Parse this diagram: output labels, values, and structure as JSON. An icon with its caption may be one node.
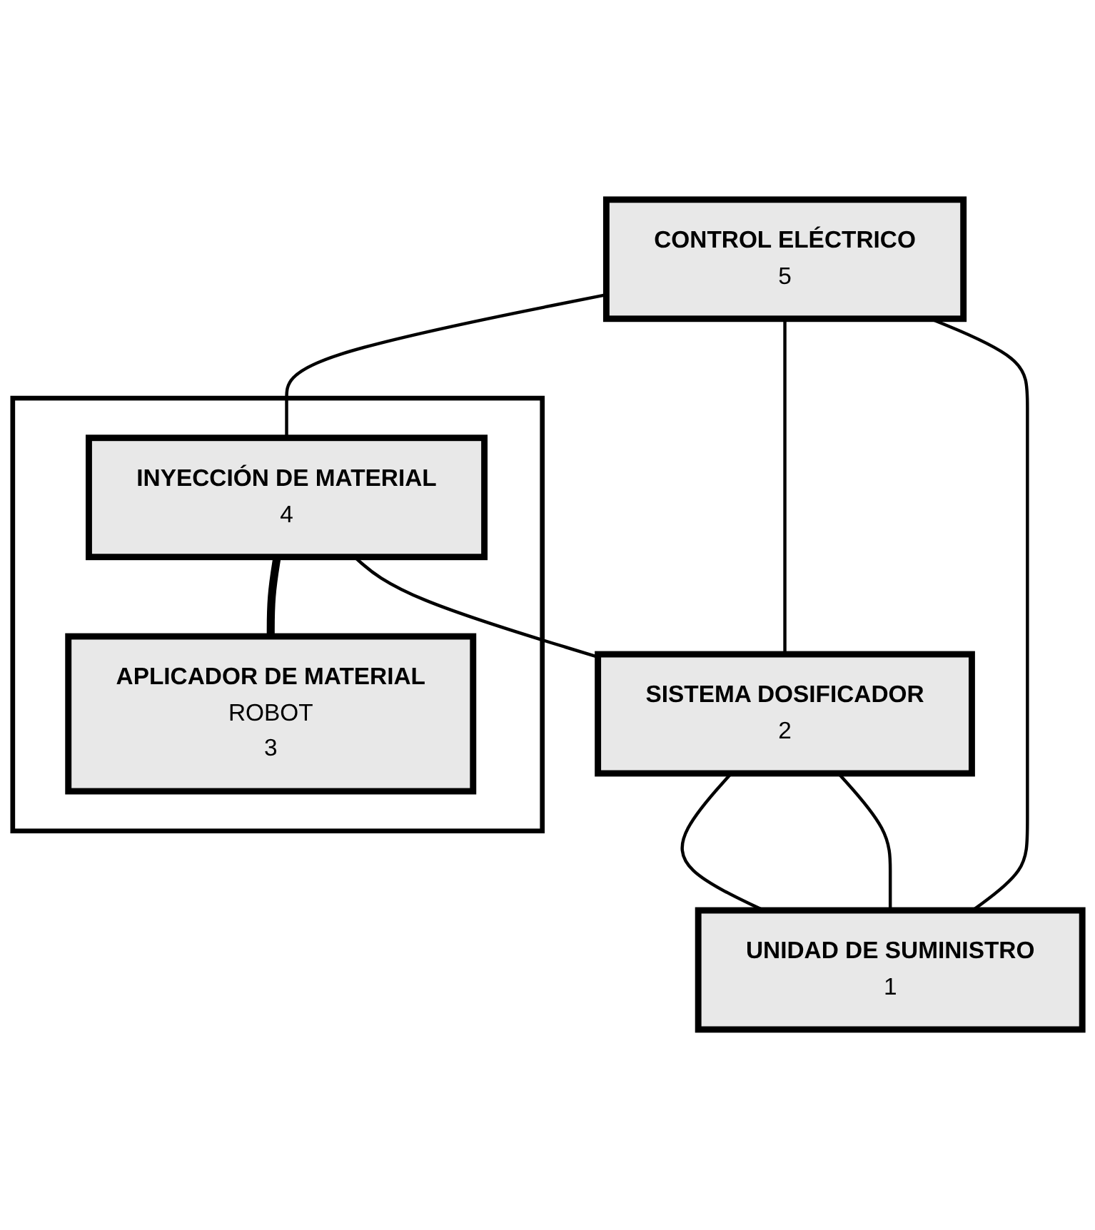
{
  "diagram": {
    "nodes": [
      {
        "text": [],
        "shape": "box"
      },
      {
        "text": [
          "APLICADOR DE MATERIAL",
          "ROBOT",
          "3"
        ],
        "in": 0
      },
      {
        "text": [
          "INYECCIÓN DE MATERIAL",
          "4"
        ],
        "in": 0
      },
      {
        "text": [
          "SISTEMA DOSIFICADOR",
          "2"
        ]
      },
      {
        "text": [
          "CONTROL ELÉCTRICO",
          "5"
        ]
      },
      {
        "text": [
          "UNIDAD DE SUMINISTRO",
          "1"
        ]
      }
    ],
    "edges": [
      {
        "from": 2,
        "to": 1,
        "arrow": "none",
        "style": "thick"
      },
      {
        "from": 2,
        "to": 3,
        "arrow": "none"
      },
      {
        "from": 4,
        "to": 2,
        "arrow": "none"
      },
      {
        "from": 4,
        "to": 3,
        "arrow": "none"
      },
      {
        "from": 4,
        "to": 5,
        "arrow": "none"
      },
      {
        "from": 3,
        "to": 5,
        "arrow": "none"
      },
      {
        "from": 3,
        "to": 5,
        "arrow": "none"
      }
    ]
  }
}
